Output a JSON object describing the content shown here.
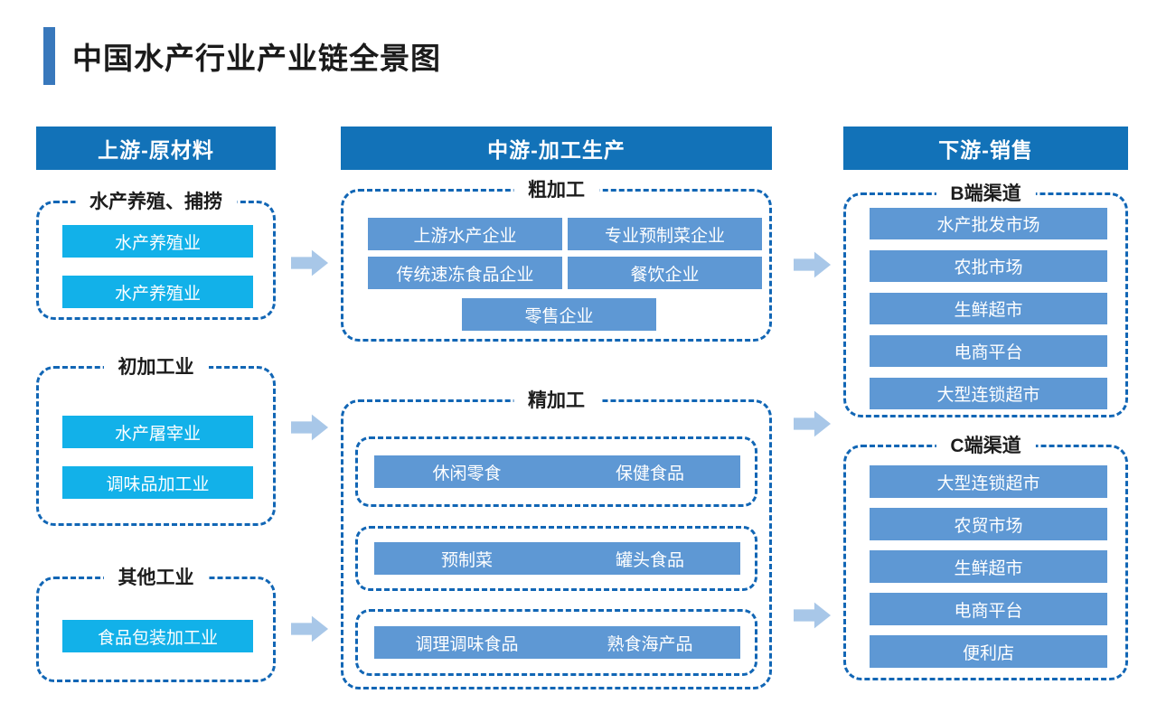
{
  "title": "中国水产行业产业链全景图",
  "colors": {
    "accent_bar": "#3878bc",
    "title_text": "#1b1b1b",
    "header_bg": "#1272b8",
    "cyan_box": "#12b1e9",
    "blue_box": "#5e98d4",
    "dash_border": "#1166b5",
    "arrow": "#a8c7e8"
  },
  "icons": {
    "arrow_right": "right-block-arrow"
  },
  "columns": [
    {
      "header": "上游-原材料",
      "groups": [
        {
          "label": "水产养殖、捕捞",
          "items": [
            "水产养殖业",
            "水产养殖业"
          ]
        },
        {
          "label": "初加工业",
          "items": [
            "水产屠宰业",
            "调味品加工业"
          ]
        },
        {
          "label": "其他工业",
          "items": [
            "食品包装加工业"
          ]
        }
      ]
    },
    {
      "header": "中游-加工生产",
      "groups": [
        {
          "label": "粗加工",
          "items": [
            "上游水产企业",
            "专业预制菜企业",
            "传统速冻食品企业",
            "餐饮企业",
            "零售企业"
          ]
        },
        {
          "label": "精加工",
          "subgroups": [
            [
              "休闲零食",
              "保健食品"
            ],
            [
              "预制菜",
              "罐头食品"
            ],
            [
              "调理调味食品",
              "熟食海产品"
            ]
          ]
        }
      ]
    },
    {
      "header": "下游-销售",
      "groups": [
        {
          "label": "B端渠道",
          "items": [
            "水产批发市场",
            "农批市场",
            "生鲜超市",
            "电商平台",
            "大型连锁超市"
          ]
        },
        {
          "label": "C端渠道",
          "items": [
            "大型连锁超市",
            "农贸市场",
            "生鲜超市",
            "电商平台",
            "便利店"
          ]
        }
      ]
    }
  ]
}
